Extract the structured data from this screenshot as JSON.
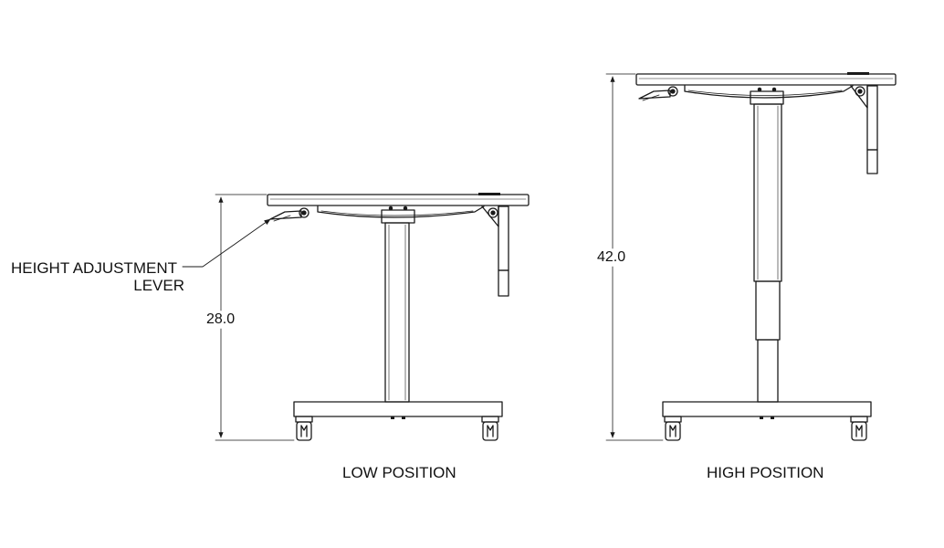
{
  "labels": {
    "lever_line1": "HEIGHT ADJUSTMENT",
    "lever_line2": "LEVER",
    "low_height": "28.0",
    "high_height": "42.0",
    "low_caption": "LOW POSITION",
    "high_caption": "HIGH POSITION"
  },
  "colors": {
    "ink": "#1a1a1a",
    "paper": "#ffffff"
  }
}
